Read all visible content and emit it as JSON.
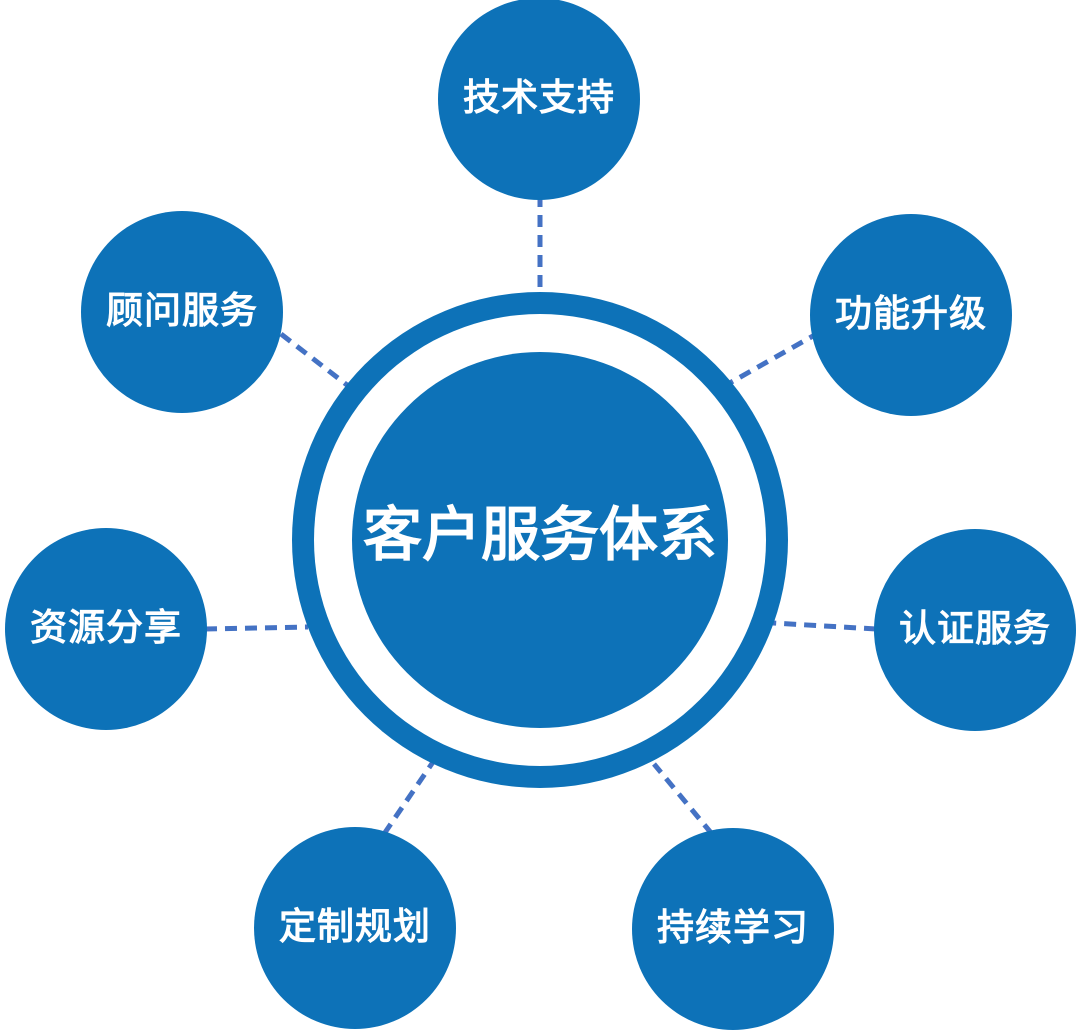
{
  "colors": {
    "circle_fill": "#0d72b8",
    "hub_ring": "#ffffff",
    "connector": "#4472c4",
    "label_text": "#ffffff",
    "background": "#ffffff"
  },
  "hub": {
    "label": "客户服务体系"
  },
  "satellites": [
    {
      "label": "技术支持",
      "position": "top"
    },
    {
      "label": "功能升级",
      "position": "top-right"
    },
    {
      "label": "认证服务",
      "position": "right"
    },
    {
      "label": "持续学习",
      "position": "bottom-right"
    },
    {
      "label": "定制规划",
      "position": "bottom-left"
    },
    {
      "label": "资源分享",
      "position": "left"
    },
    {
      "label": "顾问服务",
      "position": "top-left"
    }
  ]
}
